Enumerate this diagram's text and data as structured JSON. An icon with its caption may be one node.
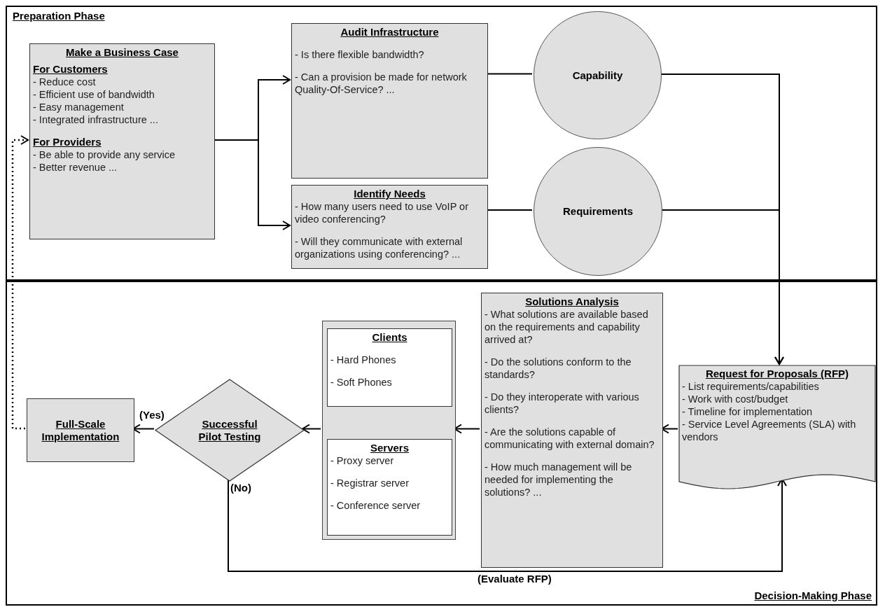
{
  "diagram": {
    "nodes": [
      {
        "text": [
          "Preparation Phase"
        ]
      },
      {
        "text": [
          "Make a Business Case",
          "For Customers",
          "- Reduce cost",
          "- Efficient use of bandwidth",
          "- Easy management",
          "- Integrated infrastructure ...",
          "For Providers",
          "- Be able to provide any service",
          "- Better revenue ..."
        ],
        "in": 0
      },
      {
        "text": [
          "Audit Infrastructure",
          "- Is there flexible bandwidth?",
          "- Can a provision be made for network Quality-Of-Service? ..."
        ],
        "in": 0
      },
      {
        "text": [
          "Identify Needs",
          "- How many users need to use VoIP or video conferencing?",
          "- Will they communicate with external organizations using conferencing? ..."
        ],
        "in": 0
      },
      {
        "text": [
          "Capability"
        ],
        "in": 0
      },
      {
        "text": [
          "Requirements"
        ],
        "in": 0
      },
      {
        "text": [
          "Decision-Making Phase"
        ]
      },
      {
        "text": [
          "Full-Scale Implementation"
        ],
        "in": 6
      },
      {
        "text": [
          "Successful Pilot Testing"
        ],
        "in": 6
      },
      {
        "text": [],
        "shape": "box",
        "in": 6
      },
      {
        "text": [
          "Clients",
          "- Hard Phones",
          "- Soft Phones"
        ],
        "in": 9
      },
      {
        "text": [
          "Servers",
          "- Proxy server",
          "- Registrar server",
          "- Conference server"
        ],
        "in": 9
      },
      {
        "text": [
          "Solutions Analysis",
          "- What solutions are available based on the requirements and capability arrived at?",
          "- Do the solutions conform to the standards?",
          "- Do they interoperate with various clients?",
          "- Are the solutions capable of communicating with external domain?",
          "- How much management will be needed for implementing the solutions? ..."
        ],
        "in": 6
      },
      {
        "text": [
          "Request for Proposals (RFP)",
          "- List requirements/capabilities",
          "- Work with cost/budget",
          "- Timeline for implementation",
          "- Service Level Agreements (SLA) with vendors"
        ],
        "in": 6
      }
    ],
    "edges": [
      {
        "from": 1,
        "to": 2,
        "arrow": "to"
      },
      {
        "from": 1,
        "to": 3,
        "arrow": "to"
      },
      {
        "from": 2,
        "to": 4,
        "arrow": "none"
      },
      {
        "from": 3,
        "to": 5,
        "arrow": "none"
      },
      {
        "from": 4,
        "to": 13,
        "arrow": "to"
      },
      {
        "from": 5,
        "to": 13,
        "arrow": "to"
      },
      {
        "from": 13,
        "to": 12,
        "arrow": "to"
      },
      {
        "from": 12,
        "to": 9,
        "arrow": "to"
      },
      {
        "from": 9,
        "to": 8,
        "arrow": "to"
      },
      {
        "from": 8,
        "to": 7,
        "arrow": "to",
        "label": "(Yes)"
      },
      {
        "from": 8,
        "to": 13,
        "arrow": "to",
        "label": "(Evaluate RFP)"
      },
      {
        "from": 7,
        "to": 1,
        "arrow": "to",
        "style": "dashed"
      }
    ],
    "labels": [
      "(No)"
    ]
  }
}
